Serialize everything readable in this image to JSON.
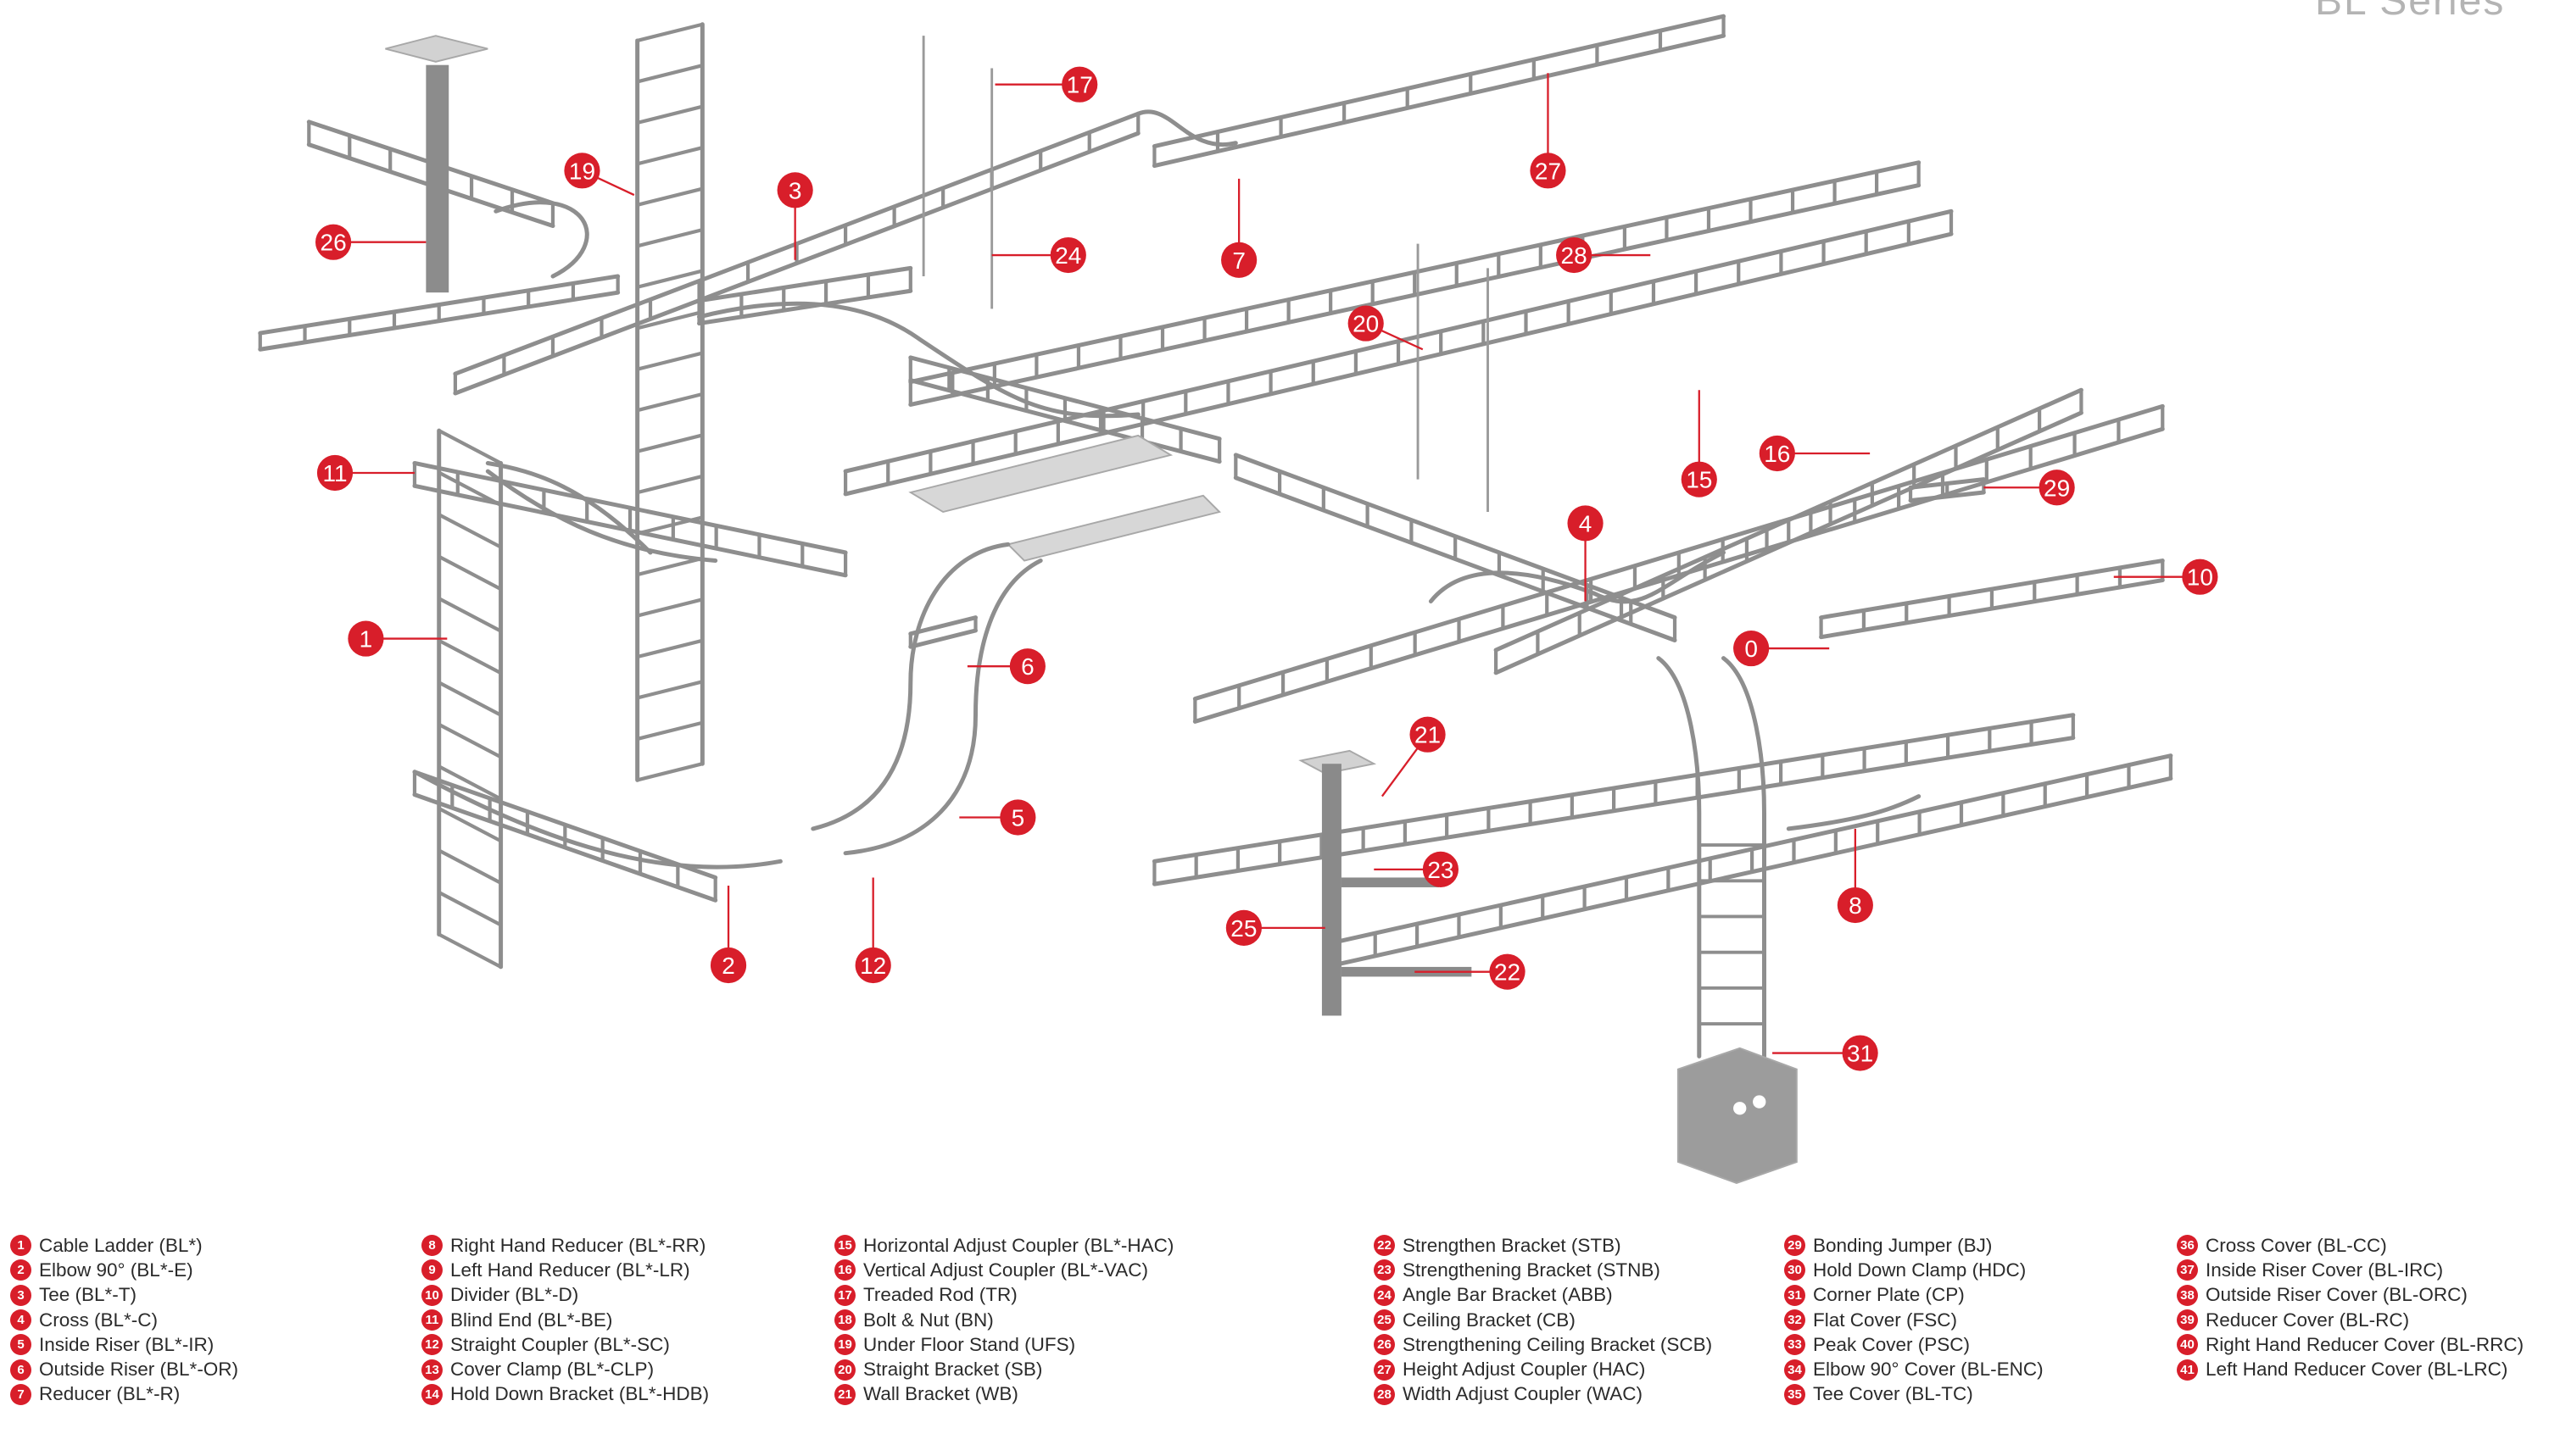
{
  "header": {
    "series_title": "BL Series"
  },
  "colors": {
    "accent": "#d81e2a",
    "tray": "#8e8e8e",
    "tray_light": "#c9c9c9",
    "text": "#2b2b2b"
  },
  "callouts": [
    "1",
    "2",
    "3",
    "4",
    "5",
    "6",
    "7",
    "8",
    "0",
    "10",
    "11",
    "12",
    "15",
    "16",
    "17",
    "19",
    "20",
    "21",
    "22",
    "23",
    "24",
    "25",
    "26",
    "27",
    "28",
    "29",
    "31"
  ],
  "legend": [
    [
      {
        "num": "1",
        "label": "Cable Ladder (BL*)"
      },
      {
        "num": "2",
        "label": "Elbow 90° (BL*-E)"
      },
      {
        "num": "3",
        "label": "Tee (BL*-T)"
      },
      {
        "num": "4",
        "label": "Cross (BL*-C)"
      },
      {
        "num": "5",
        "label": "Inside Riser (BL*-IR)"
      },
      {
        "num": "6",
        "label": "Outside Riser (BL*-OR)"
      },
      {
        "num": "7",
        "label": "Reducer  (BL*-R)"
      }
    ],
    [
      {
        "num": "8",
        "label": "Right Hand Reducer (BL*-RR)"
      },
      {
        "num": "9",
        "label": "Left Hand Reducer (BL*-LR)"
      },
      {
        "num": "10",
        "label": "Divider (BL*-D)"
      },
      {
        "num": "11",
        "label": "Blind End (BL*-BE)"
      },
      {
        "num": "12",
        "label": "Straight Coupler (BL*-SC)"
      },
      {
        "num": "13",
        "label": "Cover Clamp (BL*-CLP)"
      },
      {
        "num": "14",
        "label": "Hold Down Bracket (BL*-HDB)"
      }
    ],
    [
      {
        "num": "15",
        "label": "Horizontal Adjust Coupler (BL*-HAC)"
      },
      {
        "num": "16",
        "label": "Vertical Adjust Coupler (BL*-VAC)"
      },
      {
        "num": "17",
        "label": "Treaded Rod (TR)"
      },
      {
        "num": "18",
        "label": "Bolt & Nut (BN)"
      },
      {
        "num": "19",
        "label": "Under Floor Stand (UFS)"
      },
      {
        "num": "20",
        "label": "Straight Bracket (SB)"
      },
      {
        "num": "21",
        "label": "Wall Bracket (WB)"
      }
    ],
    [
      {
        "num": "22",
        "label": "Strengthen Bracket (STB)"
      },
      {
        "num": "23",
        "label": "Strengthening Bracket (STNB)"
      },
      {
        "num": "24",
        "label": "Angle Bar Bracket (ABB)"
      },
      {
        "num": "25",
        "label": "Ceiling Bracket (CB)"
      },
      {
        "num": "26",
        "label": "Strengthening Ceiling Bracket (SCB)"
      },
      {
        "num": "27",
        "label": "Height Adjust  Coupler (HAC)"
      },
      {
        "num": "28",
        "label": "Width Adjust  Coupler (WAC)"
      }
    ],
    [
      {
        "num": "29",
        "label": "Bonding Jumper (BJ)"
      },
      {
        "num": "30",
        "label": "Hold Down Clamp (HDC)"
      },
      {
        "num": "31",
        "label": "Corner Plate (CP)"
      },
      {
        "num": "32",
        "label": "Flat Cover (FSC)"
      },
      {
        "num": "33",
        "label": "Peak Cover (PSC)"
      },
      {
        "num": "34",
        "label": "Elbow 90° Cover (BL-ENC)"
      },
      {
        "num": "35",
        "label": "Tee Cover (BL-TC)"
      }
    ],
    [
      {
        "num": "36",
        "label": "Cross Cover (BL-CC)"
      },
      {
        "num": "37",
        "label": "Inside Riser Cover (BL-IRC)"
      },
      {
        "num": "38",
        "label": "Outside Riser Cover (BL-ORC)"
      },
      {
        "num": "39",
        "label": "Reducer Cover (BL-RC)"
      },
      {
        "num": "40",
        "label": "Right Hand Reducer Cover (BL-RRC)"
      },
      {
        "num": "41",
        "label": "Left Hand Reducer Cover (BL-LRC)"
      }
    ]
  ]
}
